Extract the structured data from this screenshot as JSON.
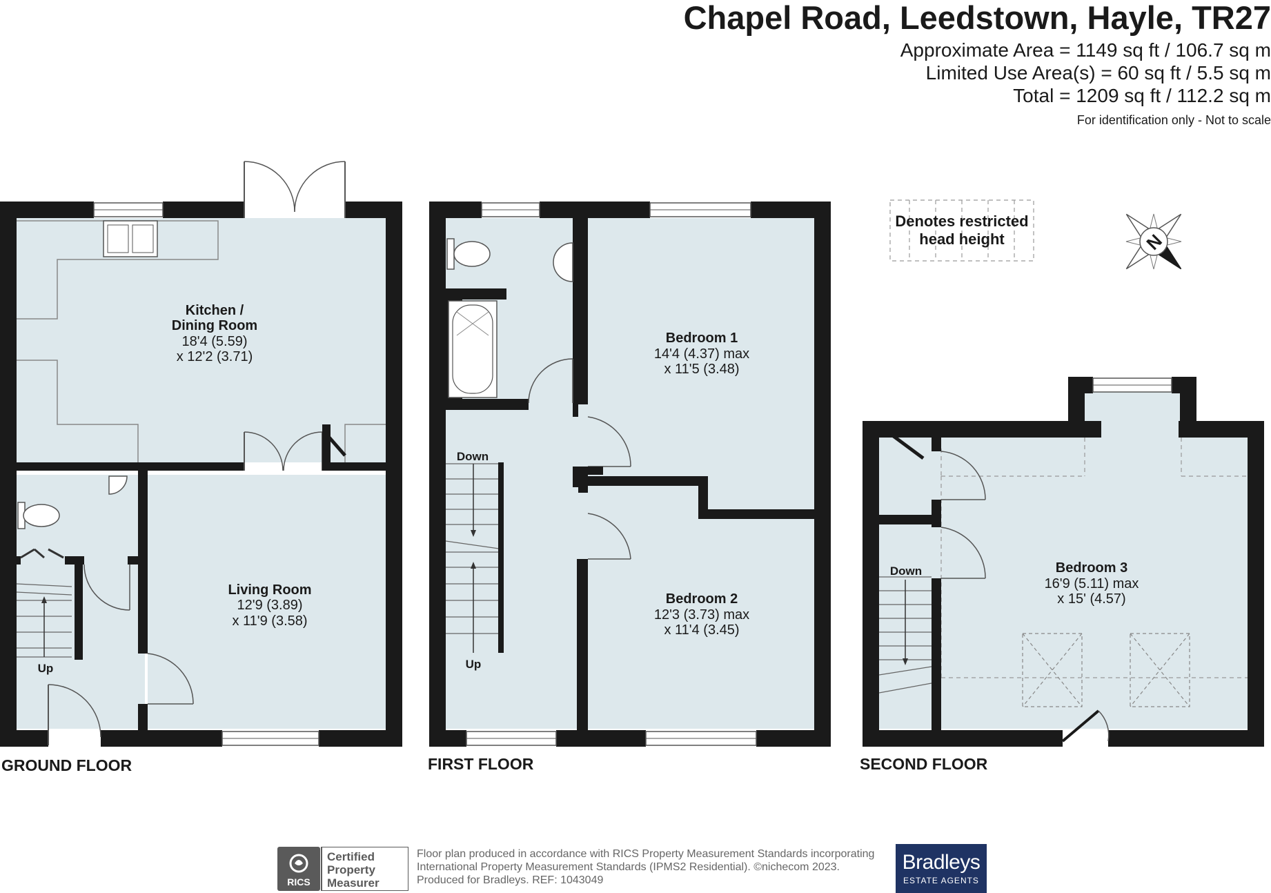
{
  "header": {
    "title": "Chapel Road, Leedstown, Hayle, TR27",
    "approx_area": "Approximate Area = 1149 sq ft / 106.7 sq m",
    "limited_use": "Limited Use Area(s) = 60 sq ft / 5.5 sq m",
    "total": "Total = 1209 sq ft / 112.2 sq m",
    "note": "For identification only - Not to scale"
  },
  "legend": {
    "line1": "Denotes restricted",
    "line2": "head height"
  },
  "compass": {
    "letter": "N"
  },
  "ground_floor": {
    "label": "GROUND FLOOR",
    "kitchen": {
      "name1": "Kitchen /",
      "name2": "Dining Room",
      "dim1": "18'4 (5.59)",
      "dim2": "x 12'2 (3.71)"
    },
    "living": {
      "name": "Living Room",
      "dim1": "12'9 (3.89)",
      "dim2": "x 11'9 (3.58)"
    },
    "stairs": "Up"
  },
  "first_floor": {
    "label": "FIRST FLOOR",
    "bedroom1": {
      "name": "Bedroom 1",
      "dim1": "14'4 (4.37) max",
      "dim2": "x 11'5 (3.48)"
    },
    "bedroom2": {
      "name": "Bedroom 2",
      "dim1": "12'3 (3.73) max",
      "dim2": "x 11'4 (3.45)"
    },
    "stairs_down": "Down",
    "stairs_up": "Up"
  },
  "second_floor": {
    "label": "SECOND FLOOR",
    "bedroom3": {
      "name": "Bedroom 3",
      "dim1": "16'9 (5.11) max",
      "dim2": "x 15' (4.57)"
    },
    "stairs_down": "Down"
  },
  "footer": {
    "line1": "Floor plan produced in accordance with RICS Property Measurement Standards incorporating",
    "line2": "International Property Measurement Standards (IPMS2 Residential).   ©nichecom 2023.",
    "line3": "Produced for Bradleys.   REF: 1043049",
    "rics_badge": "RICS",
    "rics_line1": "Certified",
    "rics_line2": "Property",
    "rics_line3": "Measurer",
    "brand": "Bradleys",
    "brand_sub": "ESTATE AGENTS"
  },
  "colors": {
    "wall": "#1a1a1a",
    "floor": "#dde8ec",
    "brand": "#1f3363"
  }
}
